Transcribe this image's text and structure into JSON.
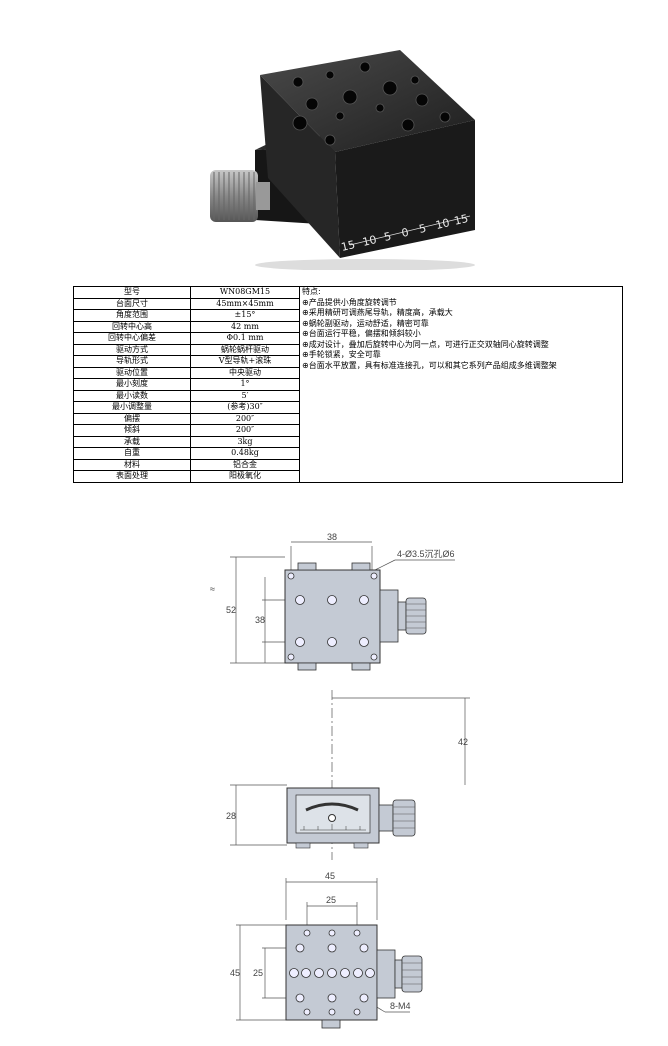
{
  "photo_scale": {
    "numbers": [
      "15",
      "10",
      "5",
      "0",
      "5",
      "10",
      "15"
    ]
  },
  "spec_table": {
    "rows": [
      {
        "label": "型号",
        "value": "WN08GM15"
      },
      {
        "label": "台面尺寸",
        "value": "45mm×45mm"
      },
      {
        "label": "角度范围",
        "value": "±15°"
      },
      {
        "label": "回转中心高",
        "value": "42 mm"
      },
      {
        "label": "回转中心偏差",
        "value": "Φ0.1 mm"
      },
      {
        "label": "驱动方式",
        "value": "蜗轮蜗杆驱动"
      },
      {
        "label": "导轨形式",
        "value": "V型导轨+滚珠"
      },
      {
        "label": "驱动位置",
        "value": "中央驱动"
      },
      {
        "label": "最小刻度",
        "value": "1°"
      },
      {
        "label": "最小读数",
        "value": "5′"
      },
      {
        "label": "最小调整量",
        "value": "(参考)30″"
      },
      {
        "label": "偏摆",
        "value": "200″"
      },
      {
        "label": "倾斜",
        "value": "200″"
      },
      {
        "label": "承载",
        "value": "3kg"
      },
      {
        "label": "自重",
        "value": "0.48kg"
      },
      {
        "label": "材料",
        "value": "铝合金"
      },
      {
        "label": "表面处理",
        "value": "阳极氧化"
      }
    ],
    "features_title": "特点:",
    "features": [
      "⊕产品提供小角度旋转调节",
      "⊕采用精研可调燕尾导轨，精度高，承载大",
      "⊕蜗轮副驱动，运动舒适，精密可靠",
      "⊕台面运行平稳，偏摆和倾斜较小",
      "⊕成对设计，叠加后旋转中心为同一点，可进行正交双轴同心旋转调整",
      "⊕手轮锁紧，安全可靠",
      "⊕台面水平放置，具有标准连接孔，可以和其它系列产品组成多维调整架"
    ]
  },
  "drawings": {
    "top_view": {
      "dim_top": "38",
      "dim_left": "52",
      "dim_inner": "38",
      "hole_note": "4-Ø3.5沉孔Ø6",
      "mark": "≈"
    },
    "side_view": {
      "dim_height": "42",
      "dim_left": "28"
    },
    "bottom_view": {
      "dim_outer_top": "45",
      "dim_inner_top": "25",
      "dim_outer_left": "45",
      "dim_inner_left": "25",
      "hole_note": "8-M4"
    }
  }
}
